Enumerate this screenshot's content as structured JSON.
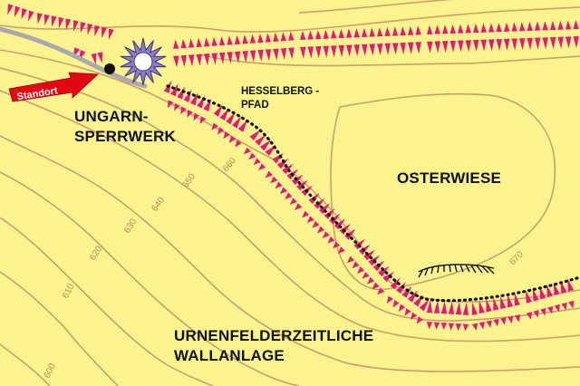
{
  "map": {
    "background": "#fbf38e",
    "colors": {
      "rampart": "#e6177a",
      "contour": "#caa06a",
      "path": "#111111",
      "marker_arrow": "#e30613",
      "star": "#8b7ec8",
      "road": "#a9aab0"
    },
    "labels": {
      "standort": "Standort",
      "ungarn_line1": "UNGARN-",
      "ungarn_line2": "SPERRWERK",
      "pfad_line1": "HESSELBERG -",
      "pfad_line2": "PFAD",
      "osterwiese": "OSTERWIESE",
      "wall_line1": "URNENFELDERZEITLICHE",
      "wall_line2": "WALLANLAGE"
    },
    "contour_labels": [
      "660",
      "650",
      "640",
      "630",
      "620",
      "610",
      "600",
      "670"
    ],
    "icons": [
      "standort-arrow-icon",
      "location-dot-icon",
      "sun-star-icon",
      "cliff-hachure-icon"
    ]
  }
}
